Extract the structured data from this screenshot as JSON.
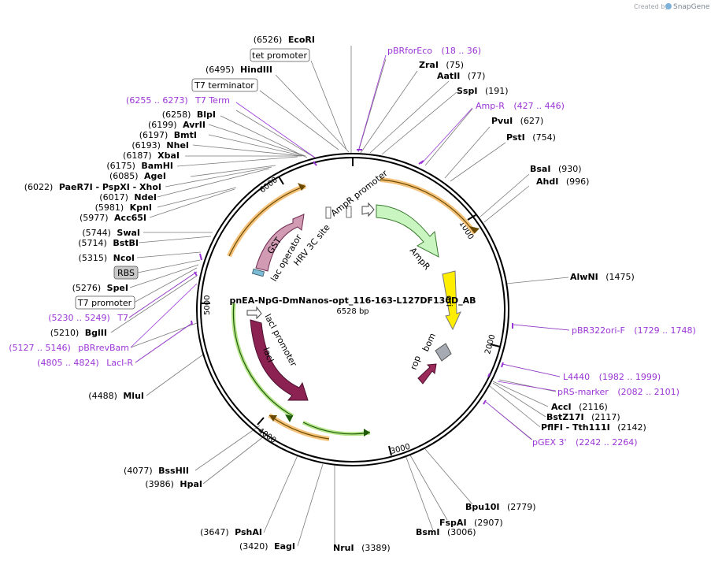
{
  "plasmid": {
    "name": "pnEA-NpG-DmNanos-opt_116-163-L127DF130D_AB",
    "length_label": "6528 bp",
    "total_bp": 6528,
    "tick_labels": [
      "1000",
      "2000",
      "3000",
      "4000",
      "5000",
      "6000"
    ]
  },
  "credit": {
    "prefix": "Created by",
    "brand": "SnapGene"
  },
  "sites": [
    {
      "pos": "(6526)",
      "name": "EcoRI"
    },
    {
      "pos": "(6495)",
      "name": "HindIII"
    },
    {
      "pos": "(6258)",
      "name": "BlpI"
    },
    {
      "pos": "(6199)",
      "name": "AvrII"
    },
    {
      "pos": "(6197)",
      "name": "BmtI"
    },
    {
      "pos": "(6193)",
      "name": "NheI"
    },
    {
      "pos": "(6187)",
      "name": "XbaI"
    },
    {
      "pos": "(6175)",
      "name": "BamHI"
    },
    {
      "pos": "(6085)",
      "name": "AgeI"
    },
    {
      "pos": "(6022)",
      "name": "PaeR7I - PspXI - XhoI"
    },
    {
      "pos": "(6017)",
      "name": "NdeI"
    },
    {
      "pos": "(5981)",
      "name": "KpnI"
    },
    {
      "pos": "(5977)",
      "name": "Acc65I"
    },
    {
      "pos": "(5744)",
      "name": "SwaI"
    },
    {
      "pos": "(5714)",
      "name": "BstBI"
    },
    {
      "pos": "(5315)",
      "name": "NcoI"
    },
    {
      "pos": "(5276)",
      "name": "SpeI"
    },
    {
      "pos": "(5210)",
      "name": "BglII"
    },
    {
      "pos": "(4488)",
      "name": "MluI"
    },
    {
      "pos": "(4077)",
      "name": "BssHII"
    },
    {
      "pos": "(3986)",
      "name": "HpaI"
    },
    {
      "pos": "(3647)",
      "name": "PshAI"
    },
    {
      "pos": "(3420)",
      "name": "EagI"
    },
    {
      "name": "ZraI",
      "pos": "(75)"
    },
    {
      "name": "AatII",
      "pos": "(77)"
    },
    {
      "name": "SspI",
      "pos": "(191)"
    },
    {
      "name": "PvuI",
      "pos": "(627)"
    },
    {
      "name": "PstI",
      "pos": "(754)"
    },
    {
      "name": "BsaI",
      "pos": "(930)"
    },
    {
      "name": "AhdI",
      "pos": "(996)"
    },
    {
      "name": "AlwNI",
      "pos": "(1475)"
    },
    {
      "name": "AccI",
      "pos": "(2116)"
    },
    {
      "name": "BstZ17I",
      "pos": "(2117)"
    },
    {
      "name": "PflFI - Tth111I",
      "pos": "(2142)"
    },
    {
      "name": "Bpu10I",
      "pos": "(2779)"
    },
    {
      "name": "FspAI",
      "pos": "(2907)"
    },
    {
      "name": "BsmI",
      "pos": "(3006)"
    },
    {
      "name": "NruI",
      "pos": "(3389)"
    }
  ],
  "primers": [
    {
      "name": "pBRforEco",
      "range": "(18 .. 36)"
    },
    {
      "name": "Amp-R",
      "range": "(427 .. 446)"
    },
    {
      "name": "pBR322ori-F",
      "range": "(1729 .. 1748)"
    },
    {
      "name": "L4440",
      "range": "(1982 .. 1999)"
    },
    {
      "name": "pRS-marker",
      "range": "(2082 .. 2101)"
    },
    {
      "name": "pGEX 3'",
      "range": "(2242 .. 2264)"
    },
    {
      "range": "(6255 .. 6273)",
      "name": "T7 Term"
    },
    {
      "range": "(5230 .. 5249)",
      "name": "T7"
    },
    {
      "range": "(5127 .. 5146)",
      "name": "pBRrevBam"
    },
    {
      "range": "(4805 .. 4824)",
      "name": "LacI-R"
    }
  ],
  "boxed_features": [
    "tet promoter",
    "T7 terminator",
    "RBS",
    "T7 promoter"
  ],
  "features": [
    "GST",
    "HRV 3C site",
    "lac operator",
    "AmpR promoter",
    "AmpR",
    "ori",
    "bom",
    "rop",
    "lacI promoter",
    "lacI"
  ]
}
